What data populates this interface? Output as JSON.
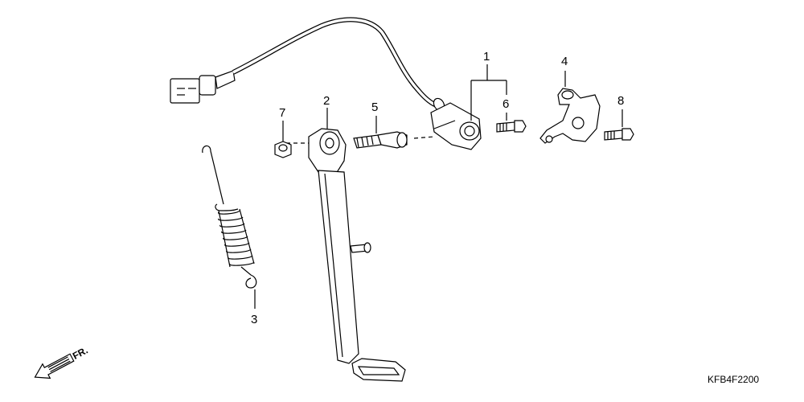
{
  "diagram": {
    "callouts": [
      {
        "id": "1",
        "label": "1"
      },
      {
        "id": "2",
        "label": "2"
      },
      {
        "id": "3",
        "label": "3"
      },
      {
        "id": "4",
        "label": "4"
      },
      {
        "id": "5",
        "label": "5"
      },
      {
        "id": "6",
        "label": "6"
      },
      {
        "id": "7",
        "label": "7"
      },
      {
        "id": "8",
        "label": "8"
      }
    ],
    "direction_label": "FR.",
    "diagram_code": "KFB4F2200"
  }
}
